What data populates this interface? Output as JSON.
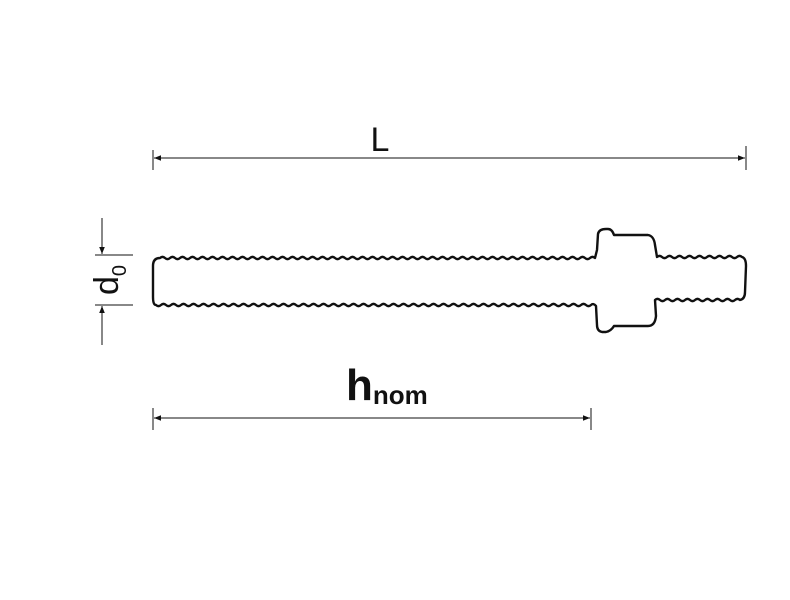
{
  "diagram": {
    "dimension_length_label": "L",
    "dimension_diameter_label": "d",
    "dimension_diameter_subscript": "0",
    "dimension_embedment_label": "h",
    "dimension_embedment_subscript": "nom",
    "line_color": "#111111"
  }
}
